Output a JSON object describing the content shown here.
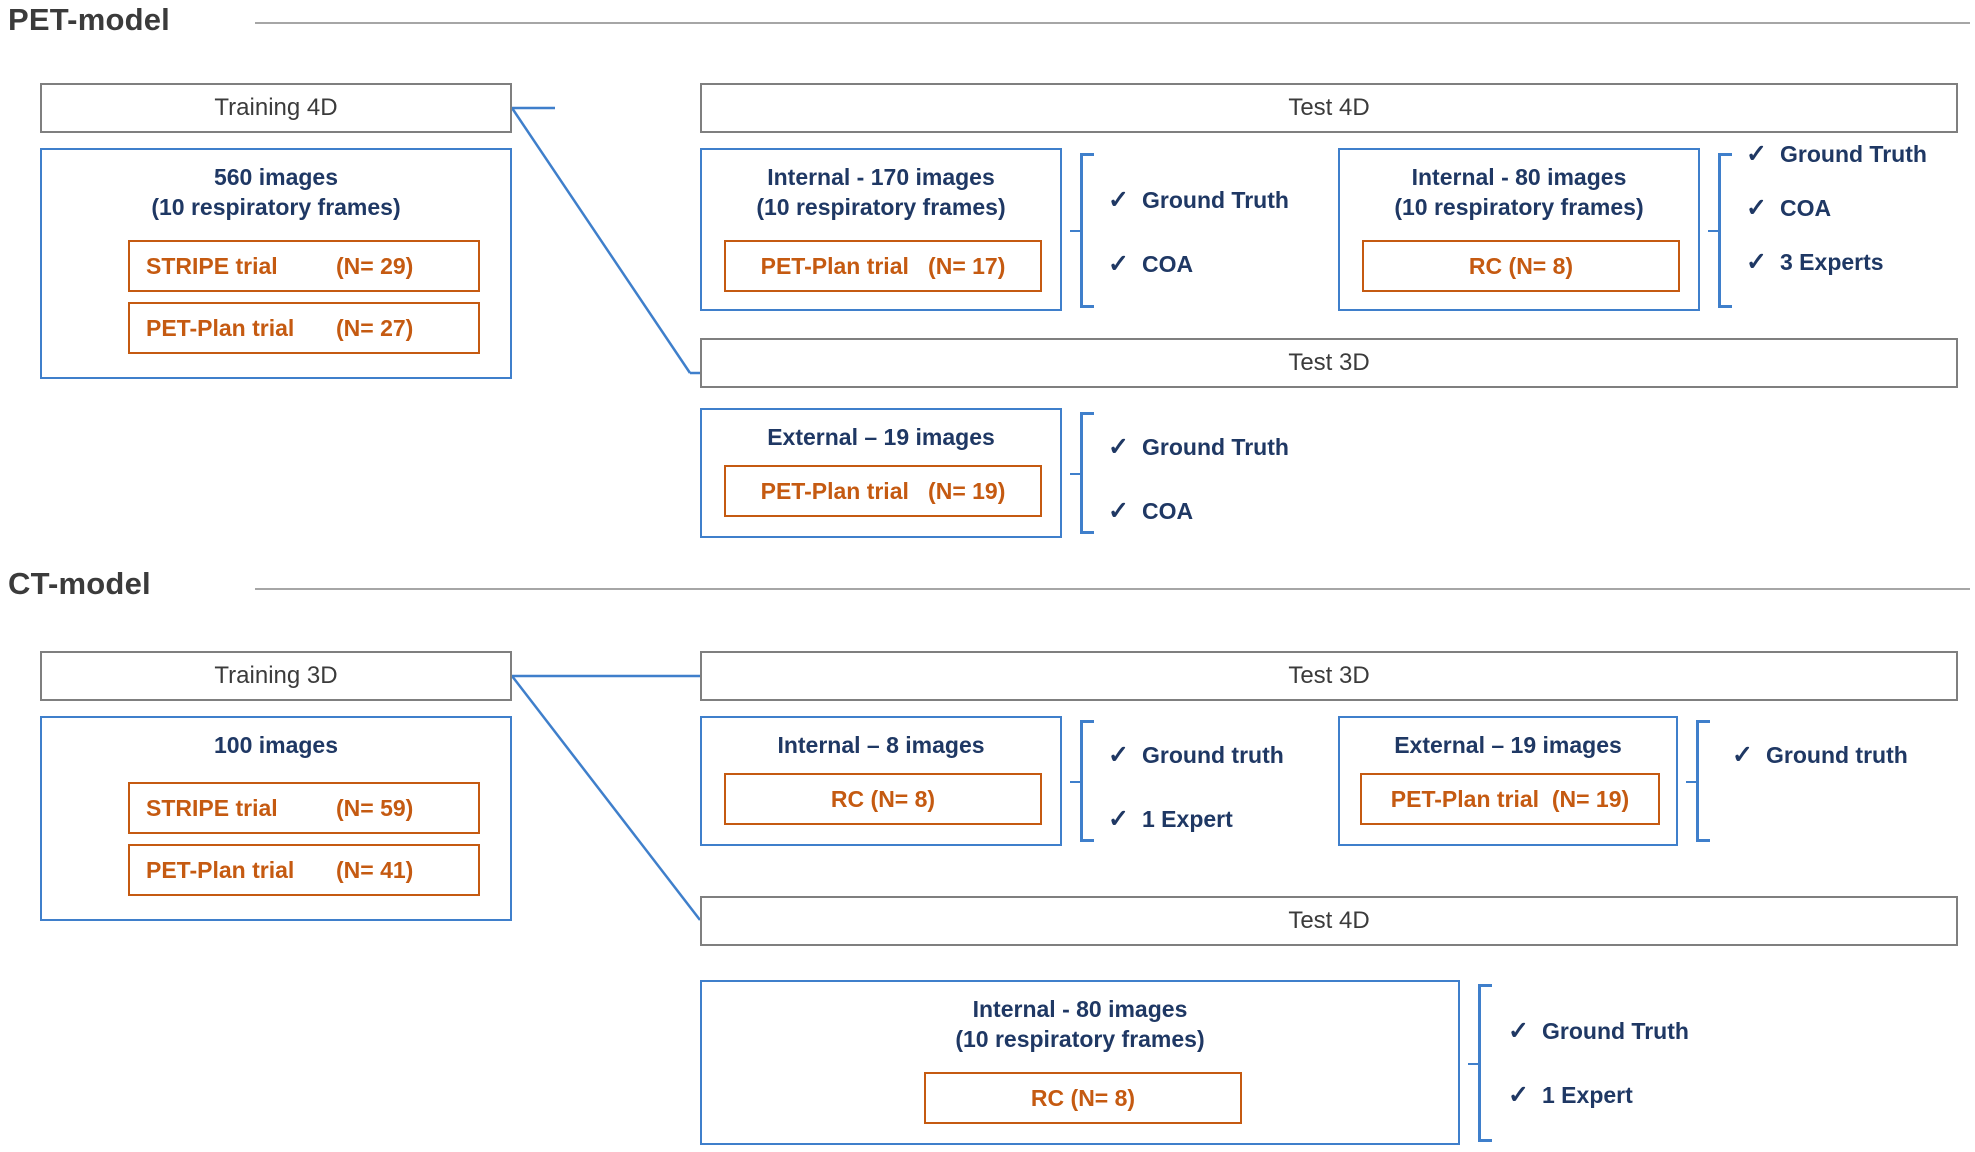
{
  "sections": [
    {
      "id": "pet-model",
      "title": "PET-model",
      "training": {
        "bar_label": "Training 4D",
        "headline": "560 images\n(10 respiratory frames)",
        "trials": [
          {
            "name": "STRIPE trial",
            "n": "(N= 29)"
          },
          {
            "name": "PET-Plan trial",
            "n": "(N= 27)"
          }
        ]
      },
      "tests": [
        {
          "bar_label": "Test 4D",
          "groups": [
            {
              "headline": "Internal - 170 images\n(10 respiratory frames)",
              "trial": "PET-Plan trial   (N= 17)",
              "checks": [
                "Ground Truth",
                "COA"
              ]
            },
            {
              "headline": "Internal - 80 images\n(10 respiratory frames)",
              "trial": "RC (N= 8)",
              "checks": [
                "Ground Truth",
                "COA",
                "3 Experts"
              ]
            }
          ]
        },
        {
          "bar_label": "Test 3D",
          "groups": [
            {
              "headline": "External – 19 images",
              "trial": "PET-Plan trial   (N= 19)",
              "checks": [
                "Ground Truth",
                "COA"
              ]
            }
          ]
        }
      ]
    },
    {
      "id": "ct-model",
      "title": "CT-model",
      "training": {
        "bar_label": "Training 3D",
        "headline": "100 images",
        "trials": [
          {
            "name": "STRIPE trial",
            "n": "(N= 59)"
          },
          {
            "name": "PET-Plan trial",
            "n": "(N= 41)"
          }
        ]
      },
      "tests": [
        {
          "bar_label": "Test 3D",
          "groups": [
            {
              "headline": "Internal – 8 images",
              "trial": "RC (N= 8)",
              "checks": [
                "Ground truth",
                "1 Expert"
              ]
            },
            {
              "headline": "External – 19 images",
              "trial": "PET-Plan trial  (N= 19)",
              "checks": [
                "Ground truth"
              ]
            }
          ]
        },
        {
          "bar_label": "Test 4D",
          "groups": [
            {
              "headline": "Internal - 80 images\n(10 respiratory frames)",
              "trial": "RC (N= 8)",
              "checks": [
                "Ground Truth",
                "1 Expert"
              ]
            }
          ]
        }
      ]
    }
  ],
  "icons": {
    "check": "✓"
  },
  "colors": {
    "blue_border": "#3F7FCB",
    "blue_text": "#1F3864",
    "orange": "#C55A11",
    "grey_border": "#7F7F7F",
    "grey_text": "#3B3B3B",
    "connector": "#3F7FCB"
  }
}
